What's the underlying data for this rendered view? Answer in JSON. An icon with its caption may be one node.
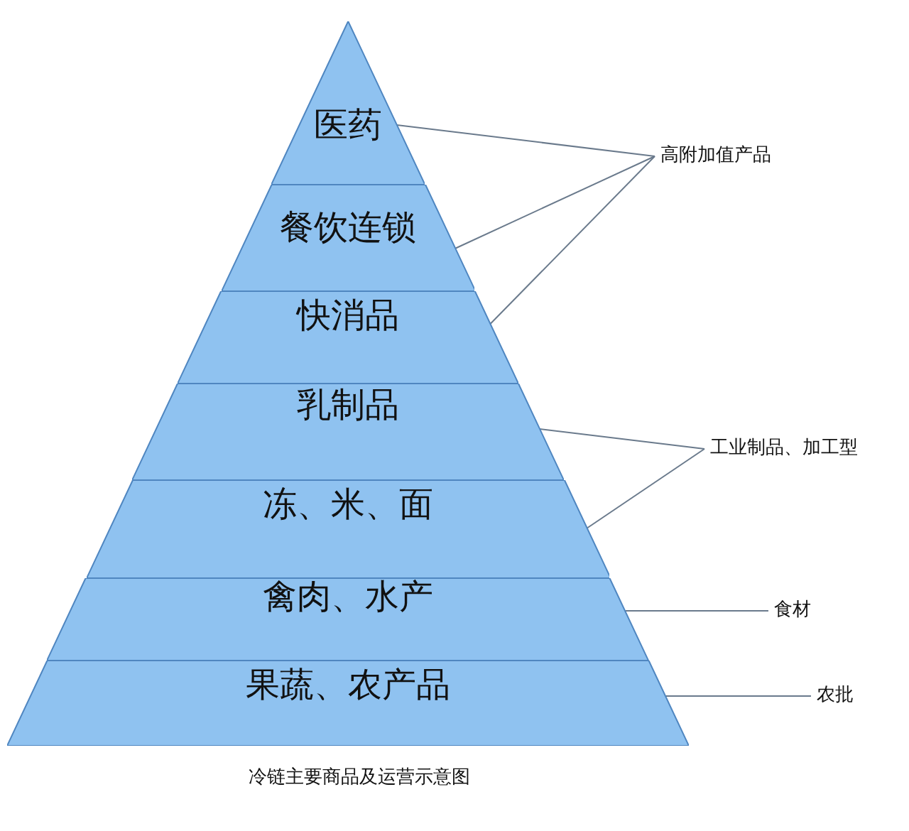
{
  "diagram": {
    "caption": "冷链主要商品及运营示意图",
    "nodes": [
      {
        "text": [
          "医药"
        ]
      },
      {
        "text": [
          "餐饮连锁"
        ]
      },
      {
        "text": [
          "快消品"
        ]
      },
      {
        "text": [
          "乳制品"
        ]
      },
      {
        "text": [
          "冻、米、面"
        ]
      },
      {
        "text": [
          "禽肉、水产"
        ]
      },
      {
        "text": [
          "果蔬、农产品"
        ]
      },
      {
        "text": [
          "高附加值产品"
        ]
      },
      {
        "text": [
          "工业制品、加工型"
        ]
      },
      {
        "text": [
          "食材"
        ]
      },
      {
        "text": [
          "农批"
        ]
      }
    ],
    "edges": [
      {
        "from": 7,
        "to": 0,
        "arrow": "none"
      },
      {
        "from": 7,
        "to": 1,
        "arrow": "none"
      },
      {
        "from": 7,
        "to": 2,
        "arrow": "none"
      },
      {
        "from": 8,
        "to": 3,
        "arrow": "none"
      },
      {
        "from": 8,
        "to": 4,
        "arrow": "none"
      },
      {
        "from": 9,
        "to": 5,
        "arrow": "none"
      },
      {
        "from": 10,
        "to": 6,
        "arrow": "none"
      }
    ]
  }
}
